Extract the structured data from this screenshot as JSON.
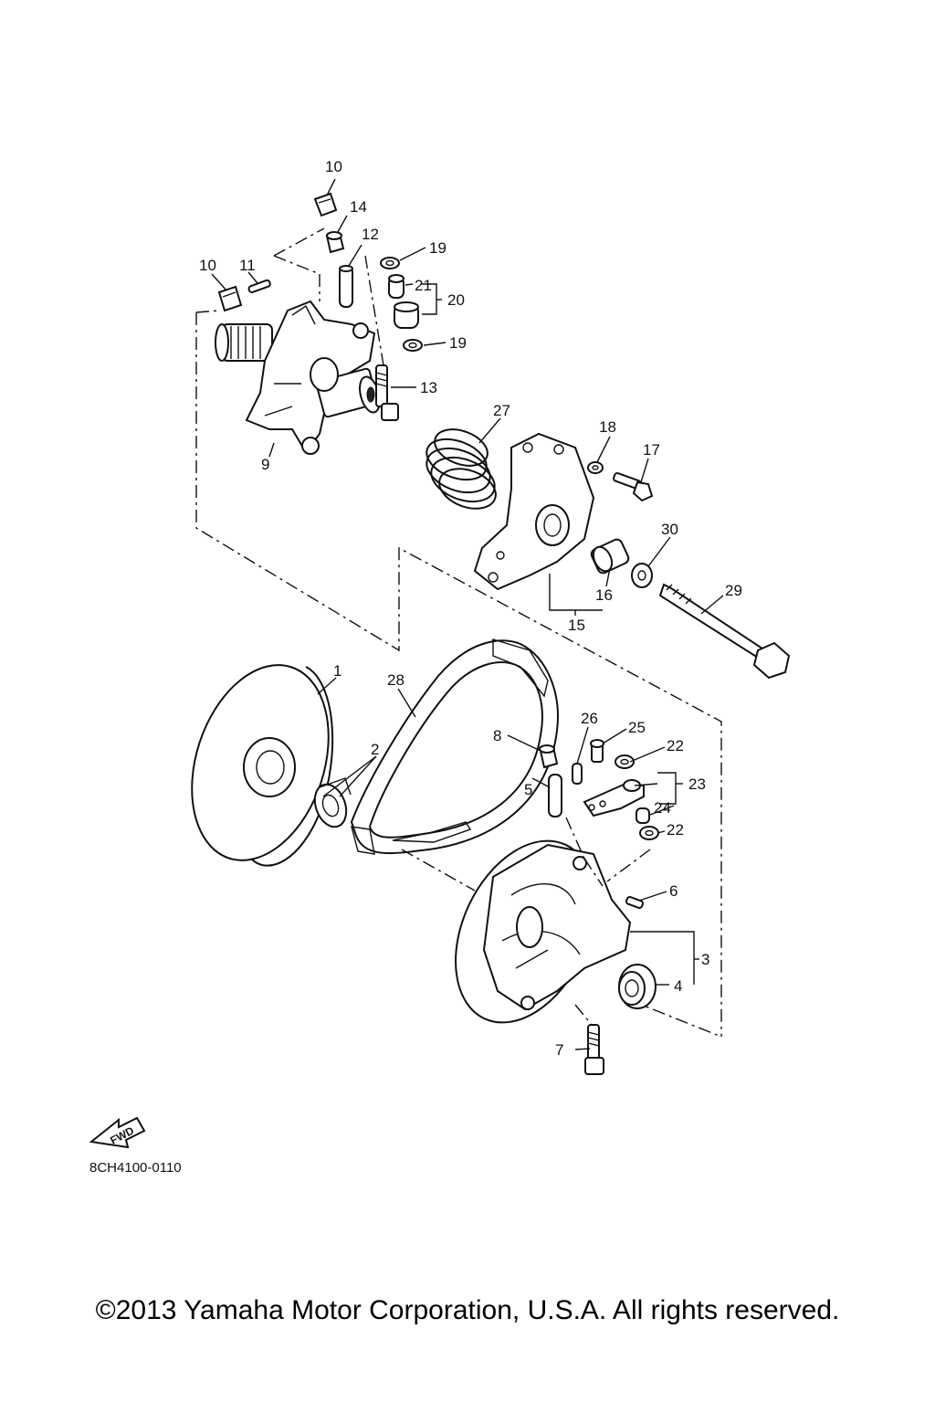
{
  "diagram": {
    "part_labels": [
      {
        "id": "p1",
        "text": "1"
      },
      {
        "id": "p2",
        "text": "2"
      },
      {
        "id": "p3",
        "text": "3"
      },
      {
        "id": "p4",
        "text": "4"
      },
      {
        "id": "p5",
        "text": "5"
      },
      {
        "id": "p6",
        "text": "6"
      },
      {
        "id": "p7",
        "text": "7"
      },
      {
        "id": "p8",
        "text": "8"
      },
      {
        "id": "p9",
        "text": "9"
      },
      {
        "id": "p10a",
        "text": "10"
      },
      {
        "id": "p10b",
        "text": "10"
      },
      {
        "id": "p11",
        "text": "11"
      },
      {
        "id": "p12",
        "text": "12"
      },
      {
        "id": "p13",
        "text": "13"
      },
      {
        "id": "p14",
        "text": "14"
      },
      {
        "id": "p15",
        "text": "15"
      },
      {
        "id": "p16",
        "text": "16"
      },
      {
        "id": "p17",
        "text": "17"
      },
      {
        "id": "p18",
        "text": "18"
      },
      {
        "id": "p19a",
        "text": "19"
      },
      {
        "id": "p19b",
        "text": "19"
      },
      {
        "id": "p20",
        "text": "20"
      },
      {
        "id": "p21",
        "text": "21"
      },
      {
        "id": "p22a",
        "text": "22"
      },
      {
        "id": "p22b",
        "text": "22"
      },
      {
        "id": "p23",
        "text": "23"
      },
      {
        "id": "p24",
        "text": "24"
      },
      {
        "id": "p25",
        "text": "25"
      },
      {
        "id": "p26",
        "text": "26"
      },
      {
        "id": "p27",
        "text": "27"
      },
      {
        "id": "p28",
        "text": "28"
      },
      {
        "id": "p29",
        "text": "29"
      },
      {
        "id": "p30",
        "text": "30"
      }
    ],
    "fwd_text": "FWD",
    "drawing_code": "8CH4100-0110"
  },
  "copyright": "©2013 Yamaha Motor Corporation, U.S.A. All rights reserved."
}
